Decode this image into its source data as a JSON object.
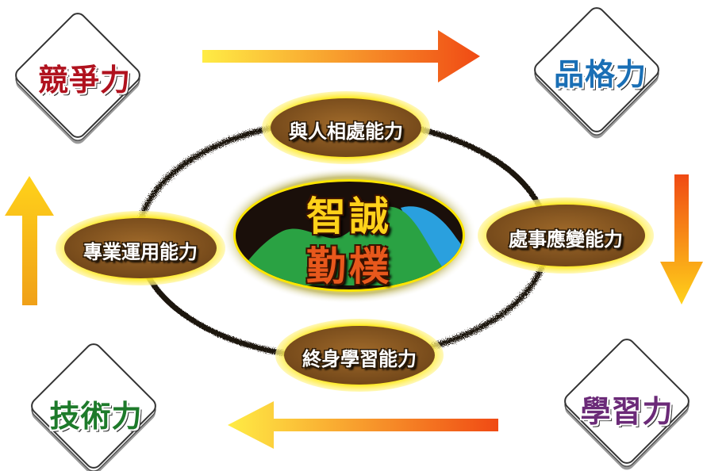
{
  "corners": {
    "top_left": {
      "label": "競爭力",
      "color": "#b0121e"
    },
    "top_right": {
      "label": "品格力",
      "color": "#1a6fb5"
    },
    "bottom_left": {
      "label": "技術力",
      "color": "#1d7a2a"
    },
    "bottom_right": {
      "label": "學習力",
      "color": "#6b2a78"
    }
  },
  "abilities": {
    "top": "與人相處能力",
    "right": "處事應變能力",
    "bottom": "終身學習能力",
    "left": "專業運用能力"
  },
  "center": {
    "line1": "智誠",
    "line2": "勤樸",
    "line1_color": "#ffd21a",
    "line2_color": "#e8581c"
  },
  "colors": {
    "arrow_start": "#ffe23a",
    "arrow_end": "#f04a14",
    "oval_fill": "#8a5a22",
    "oval_glow": "#ffe600",
    "mountain": "#2aa243",
    "river": "#2aa0de"
  }
}
